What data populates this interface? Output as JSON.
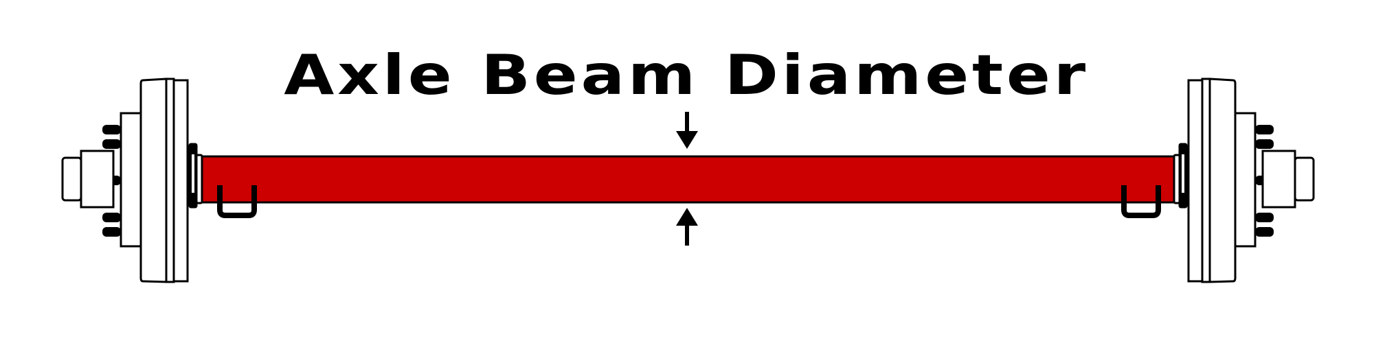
{
  "title": "Axle Beam Diameter",
  "colors": {
    "beam": "#cc0000",
    "outline": "#000000",
    "background": "#ffffff"
  },
  "components": {
    "beam": "axle-beam",
    "left_hub": "left-hub-drum",
    "right_hub": "right-hub-drum",
    "left_ubolt": "left-u-bolt-seat",
    "right_ubolt": "right-u-bolt-seat",
    "arrow_top": "arrow-down-icon",
    "arrow_bottom": "arrow-up-icon"
  }
}
